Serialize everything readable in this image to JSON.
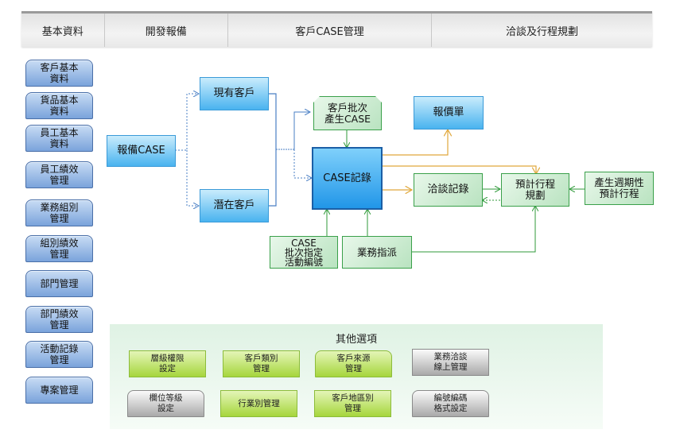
{
  "topnav": {
    "tabs": [
      {
        "label": "基本資料"
      },
      {
        "label": "開發報備"
      },
      {
        "label": "客戶CASE管理"
      },
      {
        "label": "洽談及行程規劃"
      }
    ]
  },
  "sidebar": {
    "items": [
      {
        "label": "客戶基本\n資料"
      },
      {
        "label": "貨品基本\n資料"
      },
      {
        "label": "員工基本\n資料"
      },
      {
        "label": "員工績效\n管理"
      },
      {
        "label": "業務組別\n管理"
      },
      {
        "label": "組別績效\n管理"
      },
      {
        "label": "部門管理"
      },
      {
        "label": "部門績效\n管理"
      },
      {
        "label": "活動記錄\n管理"
      },
      {
        "label": "專案管理"
      }
    ]
  },
  "flow": {
    "report_case": "報備CASE",
    "existing_customer": "現有客戶",
    "potential_customer": "潛在客戶",
    "batch_case": "客戶批次\n產生CASE",
    "quotation": "報價單",
    "case_record": "CASE記錄",
    "negotiation_record": "洽談記錄",
    "schedule_planning": "預計行程\n規劃",
    "periodic_schedule": "產生週期性\n預計行程",
    "batch_activity": "CASE\n批次指定\n活動編號",
    "sales_assign": "業務指派"
  },
  "other_options": {
    "title": "其他選項",
    "items": [
      {
        "label": "層級權限\n設定",
        "style": "green"
      },
      {
        "label": "客戶類別\n管理",
        "style": "green"
      },
      {
        "label": "客戶來源\n管理",
        "style": "green"
      },
      {
        "label": "業務洽談\n線上管理",
        "style": "gray"
      },
      {
        "label": "欄位等級\n設定",
        "style": "gray"
      },
      {
        "label": "行業別管理",
        "style": "green"
      },
      {
        "label": "客戶地區別\n管理",
        "style": "green"
      },
      {
        "label": "編號編碼\n格式設定",
        "style": "gray"
      }
    ]
  },
  "colors": {
    "blue_line": "#4a7fc4",
    "green_line": "#2f9a3a",
    "orange_line": "#e0a83c"
  }
}
